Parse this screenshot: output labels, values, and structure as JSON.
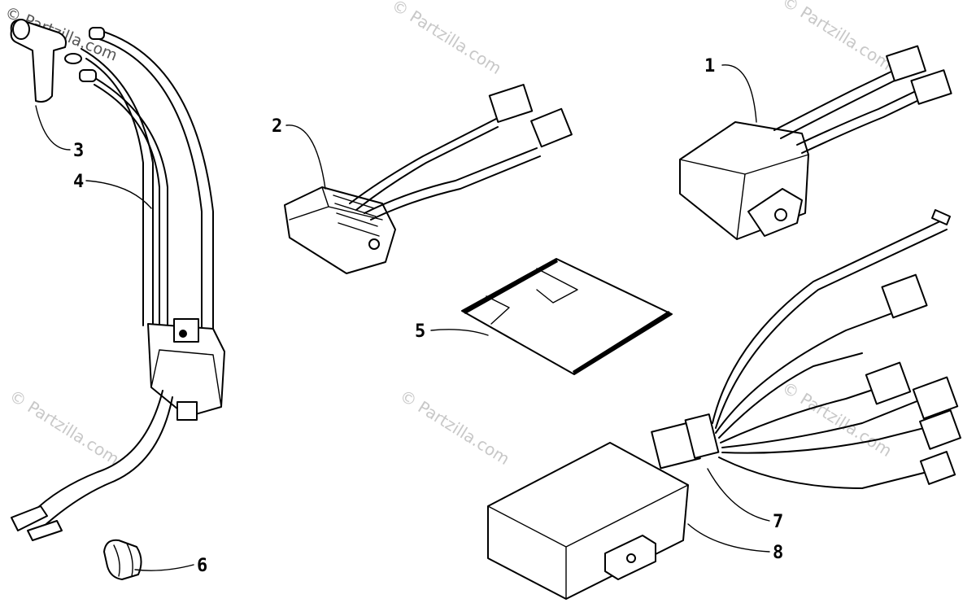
{
  "watermarks": {
    "corner": "© Partzilla.com",
    "repeat": "© Partzilla.com"
  },
  "callouts": [
    "1",
    "2",
    "3",
    "4",
    "5",
    "6",
    "7",
    "8"
  ]
}
